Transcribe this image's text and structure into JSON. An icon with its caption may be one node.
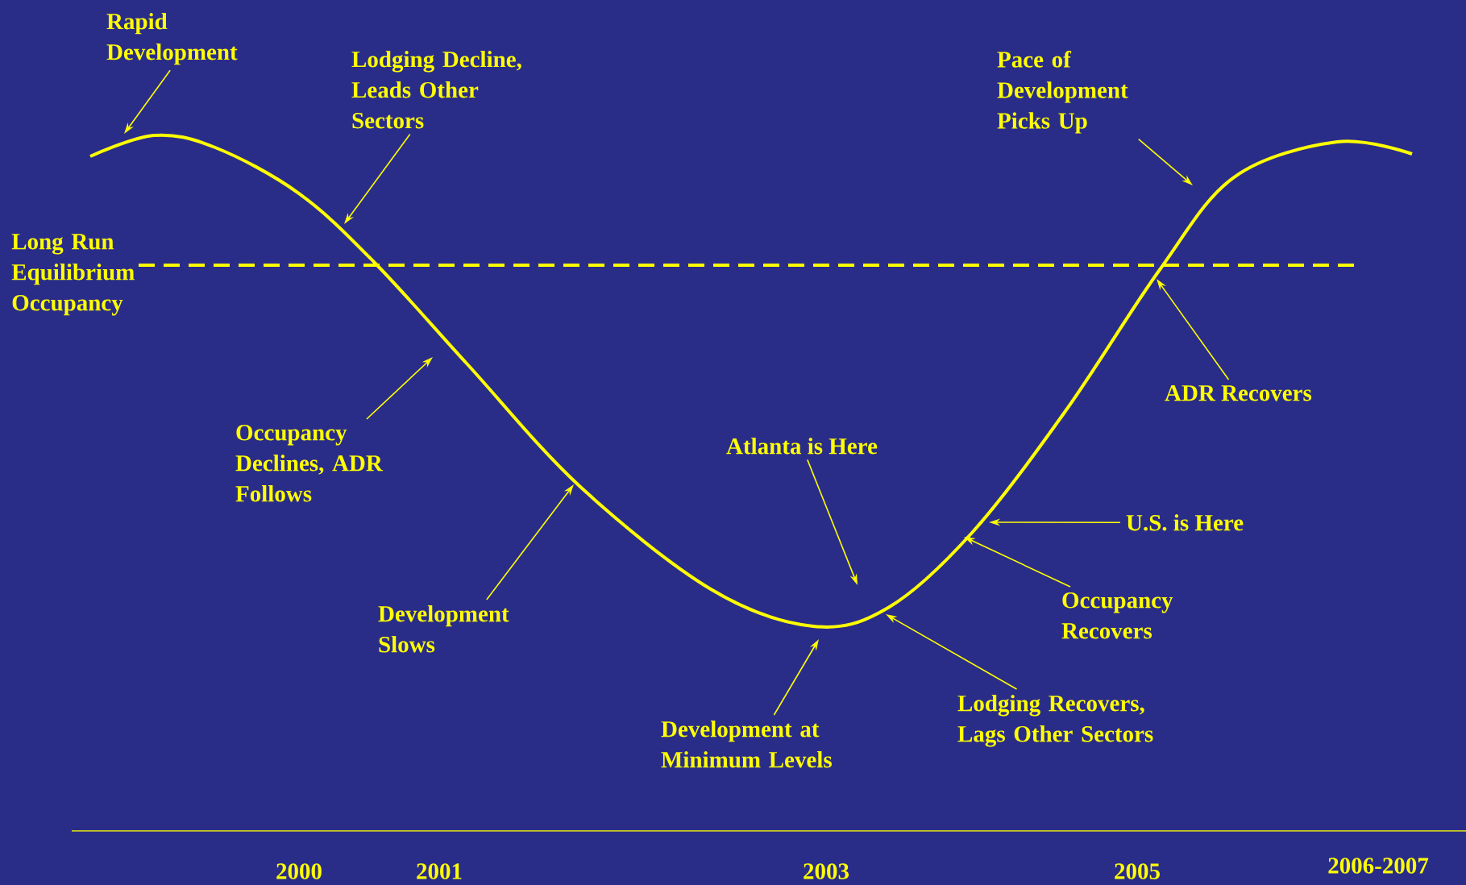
{
  "diagram": {
    "nodes": [
      {
        "text": [
          "Rapid Development"
        ]
      },
      {
        "text": [
          "Lodging Decline, Leads Other Sectors"
        ]
      },
      {
        "text": [
          "Pace of Development Picks Up"
        ]
      },
      {
        "text": [
          "Occupancy Declines, ADR Follows"
        ]
      },
      {
        "text": [
          "Atlanta is Here"
        ]
      },
      {
        "text": [
          "ADR Recovers"
        ]
      },
      {
        "text": [
          "U.S. is Here"
        ]
      },
      {
        "text": [
          "Development Slows"
        ]
      },
      {
        "text": [
          "Occupancy Recovers"
        ]
      },
      {
        "text": [
          "Development at Minimum Levels"
        ]
      },
      {
        "text": [
          "Lodging Recovers, Lags Other Sectors"
        ]
      }
    ],
    "edges": [
      {
        "from": 0,
        "to": null,
        "arrow": "to"
      },
      {
        "from": 1,
        "to": null,
        "arrow": "to"
      },
      {
        "from": 2,
        "to": null,
        "arrow": "to"
      },
      {
        "from": 3,
        "to": null,
        "arrow": "to"
      },
      {
        "from": 4,
        "to": null,
        "arrow": "to"
      },
      {
        "from": 5,
        "to": null,
        "arrow": "to"
      },
      {
        "from": 6,
        "to": null,
        "arrow": "to"
      },
      {
        "from": 7,
        "to": null,
        "arrow": "to"
      },
      {
        "from": 8,
        "to": null,
        "arrow": "to"
      },
      {
        "from": 9,
        "to": null,
        "arrow": "to"
      },
      {
        "from": 10,
        "to": null,
        "arrow": "to"
      }
    ],
    "labels": [
      "Long Run Equilibrium Occupancy",
      "2000",
      "2001",
      "2003",
      "2005",
      "2006-2007"
    ]
  }
}
